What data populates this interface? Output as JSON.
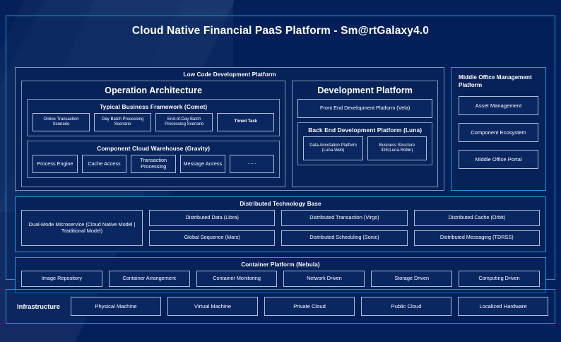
{
  "title": "Cloud Native Financial PaaS Platform - Sm@rtGalaxy4.0",
  "low_code": {
    "title": "Low Code Development Platform",
    "operation_architecture": {
      "title": "Operation Architecture",
      "comet": {
        "title": "Typical Business Framework (Comet)",
        "items": [
          "Online Transaction Scenario",
          "Day Batch Processing Scenario",
          "End-of-Day Batch Processing Scenario",
          "Timed Task"
        ]
      },
      "gravity": {
        "title": "Component Cloud Warehouse (Gravity)",
        "items": [
          "Process Engine",
          "Cache Access",
          "Transaction Processing",
          "Message Access",
          "……"
        ]
      }
    },
    "development_platform": {
      "title": "Development Platform",
      "front_end": "Front End Development Platform (Vela)",
      "back_end": {
        "title": "Back End Development Platform (Luna)",
        "items": [
          "Data Annotation Platform (Luna-Web)",
          "Business Structure IDE(Luna-Robin)"
        ]
      }
    }
  },
  "middle_office": {
    "title": "Middle Office Management Platform",
    "items": [
      "Asset Management",
      "Component Ecosystem",
      "Middle Office Portal"
    ]
  },
  "distributed_technology_base": {
    "title": "Distributed Technology Base",
    "wide_item": "Dual-Mode Microservice (Cloud Native Model | Traditional Model)",
    "columns": [
      {
        "top": "Distributed Data (Libra)",
        "bottom": "Global Sequence (Mars)"
      },
      {
        "top": "Distributed Transaction (Virgo)",
        "bottom": "Distributed Scheduling (Sonic)"
      },
      {
        "top": "Distributed Cache (Orbit)",
        "bottom": "Distributed Messaging (TDRSS)"
      }
    ]
  },
  "container_platform": {
    "title": "Container Platform (Nebula)",
    "items": [
      "Image Repository",
      "Container Arrangement",
      "Container Monitoring",
      "Network Driven",
      "Storage Driven",
      "Computing Driven"
    ]
  },
  "infrastructure": {
    "label": "Infrastructure",
    "items": [
      "Physical Machine",
      "Virtual Machine",
      "Private Cloud",
      "Public Cloud",
      "Localized Hardware"
    ]
  },
  "colors": {
    "background": "#04205a",
    "accent_border": "#1b9be0",
    "panel_border": "#7f94b8",
    "box_border": "#aebdd8",
    "text": "#ffffff"
  }
}
